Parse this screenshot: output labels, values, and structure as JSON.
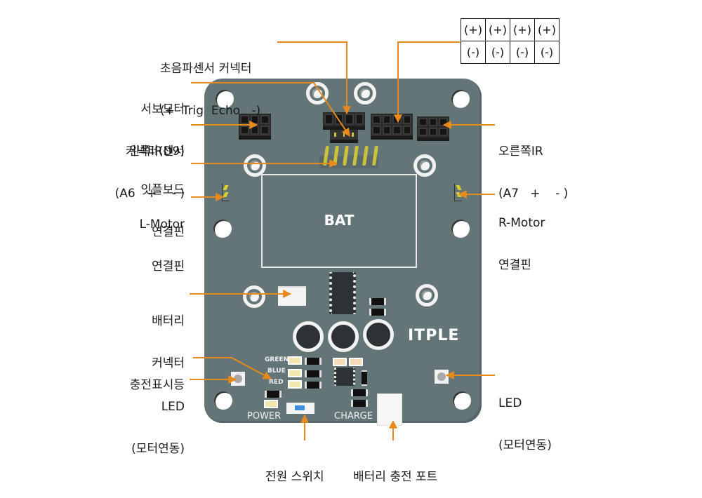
{
  "board": {
    "bat_label": "BAT",
    "brand_logo": "ITPLE",
    "silkscreen": {
      "green": "GREEN",
      "blue": "BLUE",
      "red": "RED",
      "power": "POWER",
      "charge": "CHARGE"
    }
  },
  "pin_table": {
    "rows": [
      [
        "(+)",
        "(+)",
        "(+)",
        "(+)"
      ],
      [
        "(-)",
        "(-)",
        "(-)",
        "(-)"
      ]
    ]
  },
  "callouts": {
    "ultrasonic": {
      "line1": "초음파센서 커넥터",
      "line2": "(+  Trig  Echo   -)"
    },
    "servo": {
      "line1": "서보모터",
      "line2": "커넥터(D9)"
    },
    "left_ir": {
      "line1": "왼쪽IR센서",
      "line2": "(A6   +    - )"
    },
    "itple_board": {
      "line1": "잇플보드",
      "line2": "연결핀"
    },
    "l_motor": {
      "line1": "L-Motor",
      "line2": "연결핀"
    },
    "battery_connector": {
      "line1": "배터리",
      "line2": "커넥터"
    },
    "charge_indicator": {
      "line1": "충전표시등"
    },
    "led_left": {
      "line1": "LED",
      "line2": "(모터연동)"
    },
    "right_ir": {
      "line1": "오른쪽IR",
      "line2": "(A7   +    - )"
    },
    "r_motor": {
      "line1": "R-Motor",
      "line2": "연결핀"
    },
    "led_right": {
      "line1": "LED",
      "line2": "(모터연동)"
    },
    "power_switch": {
      "line1": "전원 스위치"
    },
    "charge_port": {
      "line1": "배터리 충전 포트"
    }
  },
  "colors": {
    "board": "#647577",
    "callout_line": "#e8891c"
  }
}
